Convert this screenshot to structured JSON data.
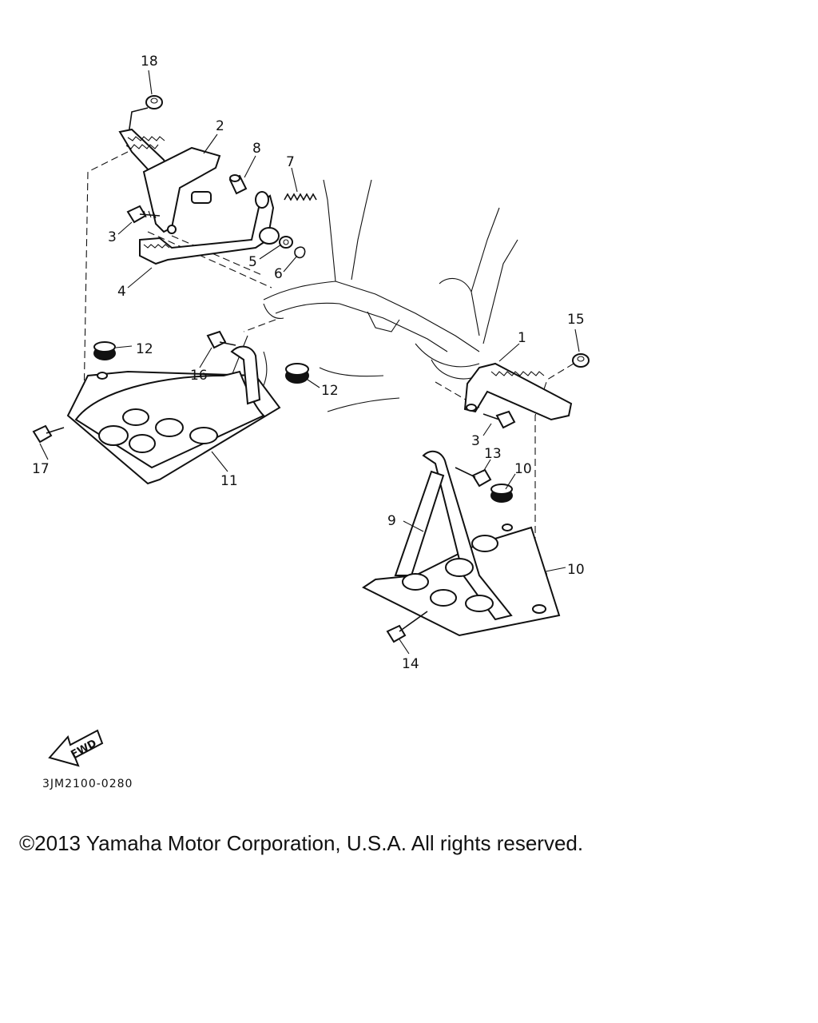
{
  "diagram": {
    "callouts": [
      {
        "id": "c1",
        "text": "1"
      },
      {
        "id": "c2",
        "text": "2"
      },
      {
        "id": "c3a",
        "text": "3"
      },
      {
        "id": "c3b",
        "text": "3"
      },
      {
        "id": "c4",
        "text": "4"
      },
      {
        "id": "c5",
        "text": "5"
      },
      {
        "id": "c6",
        "text": "6"
      },
      {
        "id": "c7",
        "text": "7"
      },
      {
        "id": "c8",
        "text": "8"
      },
      {
        "id": "c9",
        "text": "9"
      },
      {
        "id": "c10a",
        "text": "10"
      },
      {
        "id": "c10b",
        "text": "10"
      },
      {
        "id": "c11",
        "text": "11"
      },
      {
        "id": "c12a",
        "text": "12"
      },
      {
        "id": "c12b",
        "text": "12"
      },
      {
        "id": "c13",
        "text": "13"
      },
      {
        "id": "c14",
        "text": "14"
      },
      {
        "id": "c15",
        "text": "15"
      },
      {
        "id": "c16",
        "text": "16"
      },
      {
        "id": "c17",
        "text": "17"
      },
      {
        "id": "c18",
        "text": "18"
      }
    ],
    "fwd_label": "FWD",
    "diagram_code": "3JM2100-0280"
  },
  "footer": {
    "copyright": "©2013 Yamaha Motor Corporation, U.S.A. All rights reserved."
  }
}
